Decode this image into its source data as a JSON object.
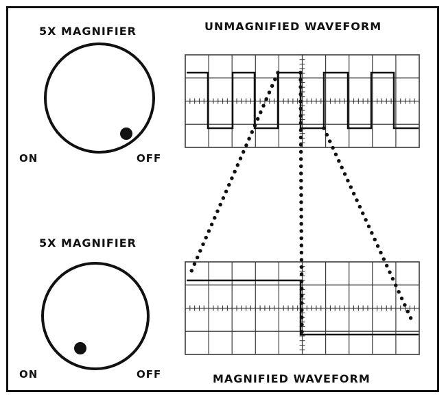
{
  "top_knob": {
    "title": "5X MAGNIFIER",
    "on_label": "ON",
    "off_label": "OFF",
    "setting": "OFF"
  },
  "bottom_knob": {
    "title": "5X MAGNIFIER",
    "on_label": "ON",
    "off_label": "OFF",
    "setting": "ON"
  },
  "unmagnified": {
    "title": "UNMAGNIFIED WAVEFORM"
  },
  "magnified": {
    "title": "MAGNIFIED WAVEFORM"
  },
  "colors": {
    "ink": "#111111",
    "grid": "#3a3a3a",
    "background": "#ffffff"
  }
}
